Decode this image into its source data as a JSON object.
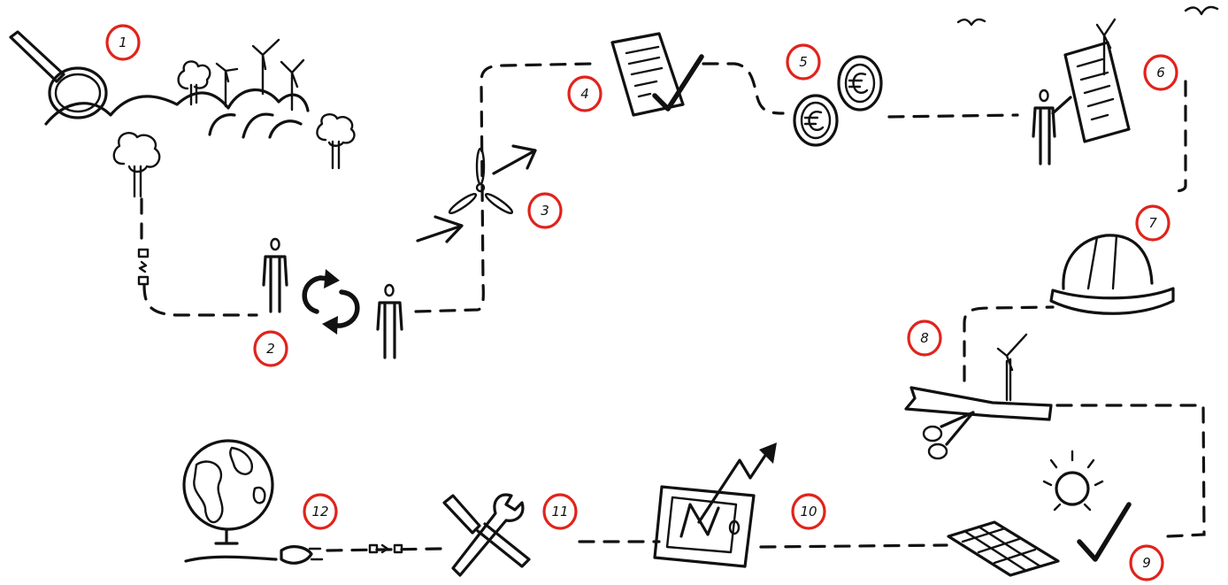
{
  "colors": {
    "ink": "#111111",
    "accent": "#e0231c",
    "background": "#ffffff"
  },
  "steps": [
    {
      "number": "1",
      "icon": "magnifier-landscape-icon"
    },
    {
      "number": "2",
      "icon": "people-exchange-icon"
    },
    {
      "number": "3",
      "icon": "wind-direction-icon"
    },
    {
      "number": "4",
      "icon": "approved-document-icon"
    },
    {
      "number": "5",
      "icon": "euro-coins-icon"
    },
    {
      "number": "6",
      "icon": "presentation-icon"
    },
    {
      "number": "7",
      "icon": "hard-hat-icon"
    },
    {
      "number": "8",
      "icon": "ribbon-cutting-icon"
    },
    {
      "number": "9",
      "icon": "solar-approved-icon"
    },
    {
      "number": "10",
      "icon": "monitoring-trend-icon"
    },
    {
      "number": "11",
      "icon": "maintenance-tools-icon"
    },
    {
      "number": "12",
      "icon": "globe-plug-icon"
    }
  ]
}
